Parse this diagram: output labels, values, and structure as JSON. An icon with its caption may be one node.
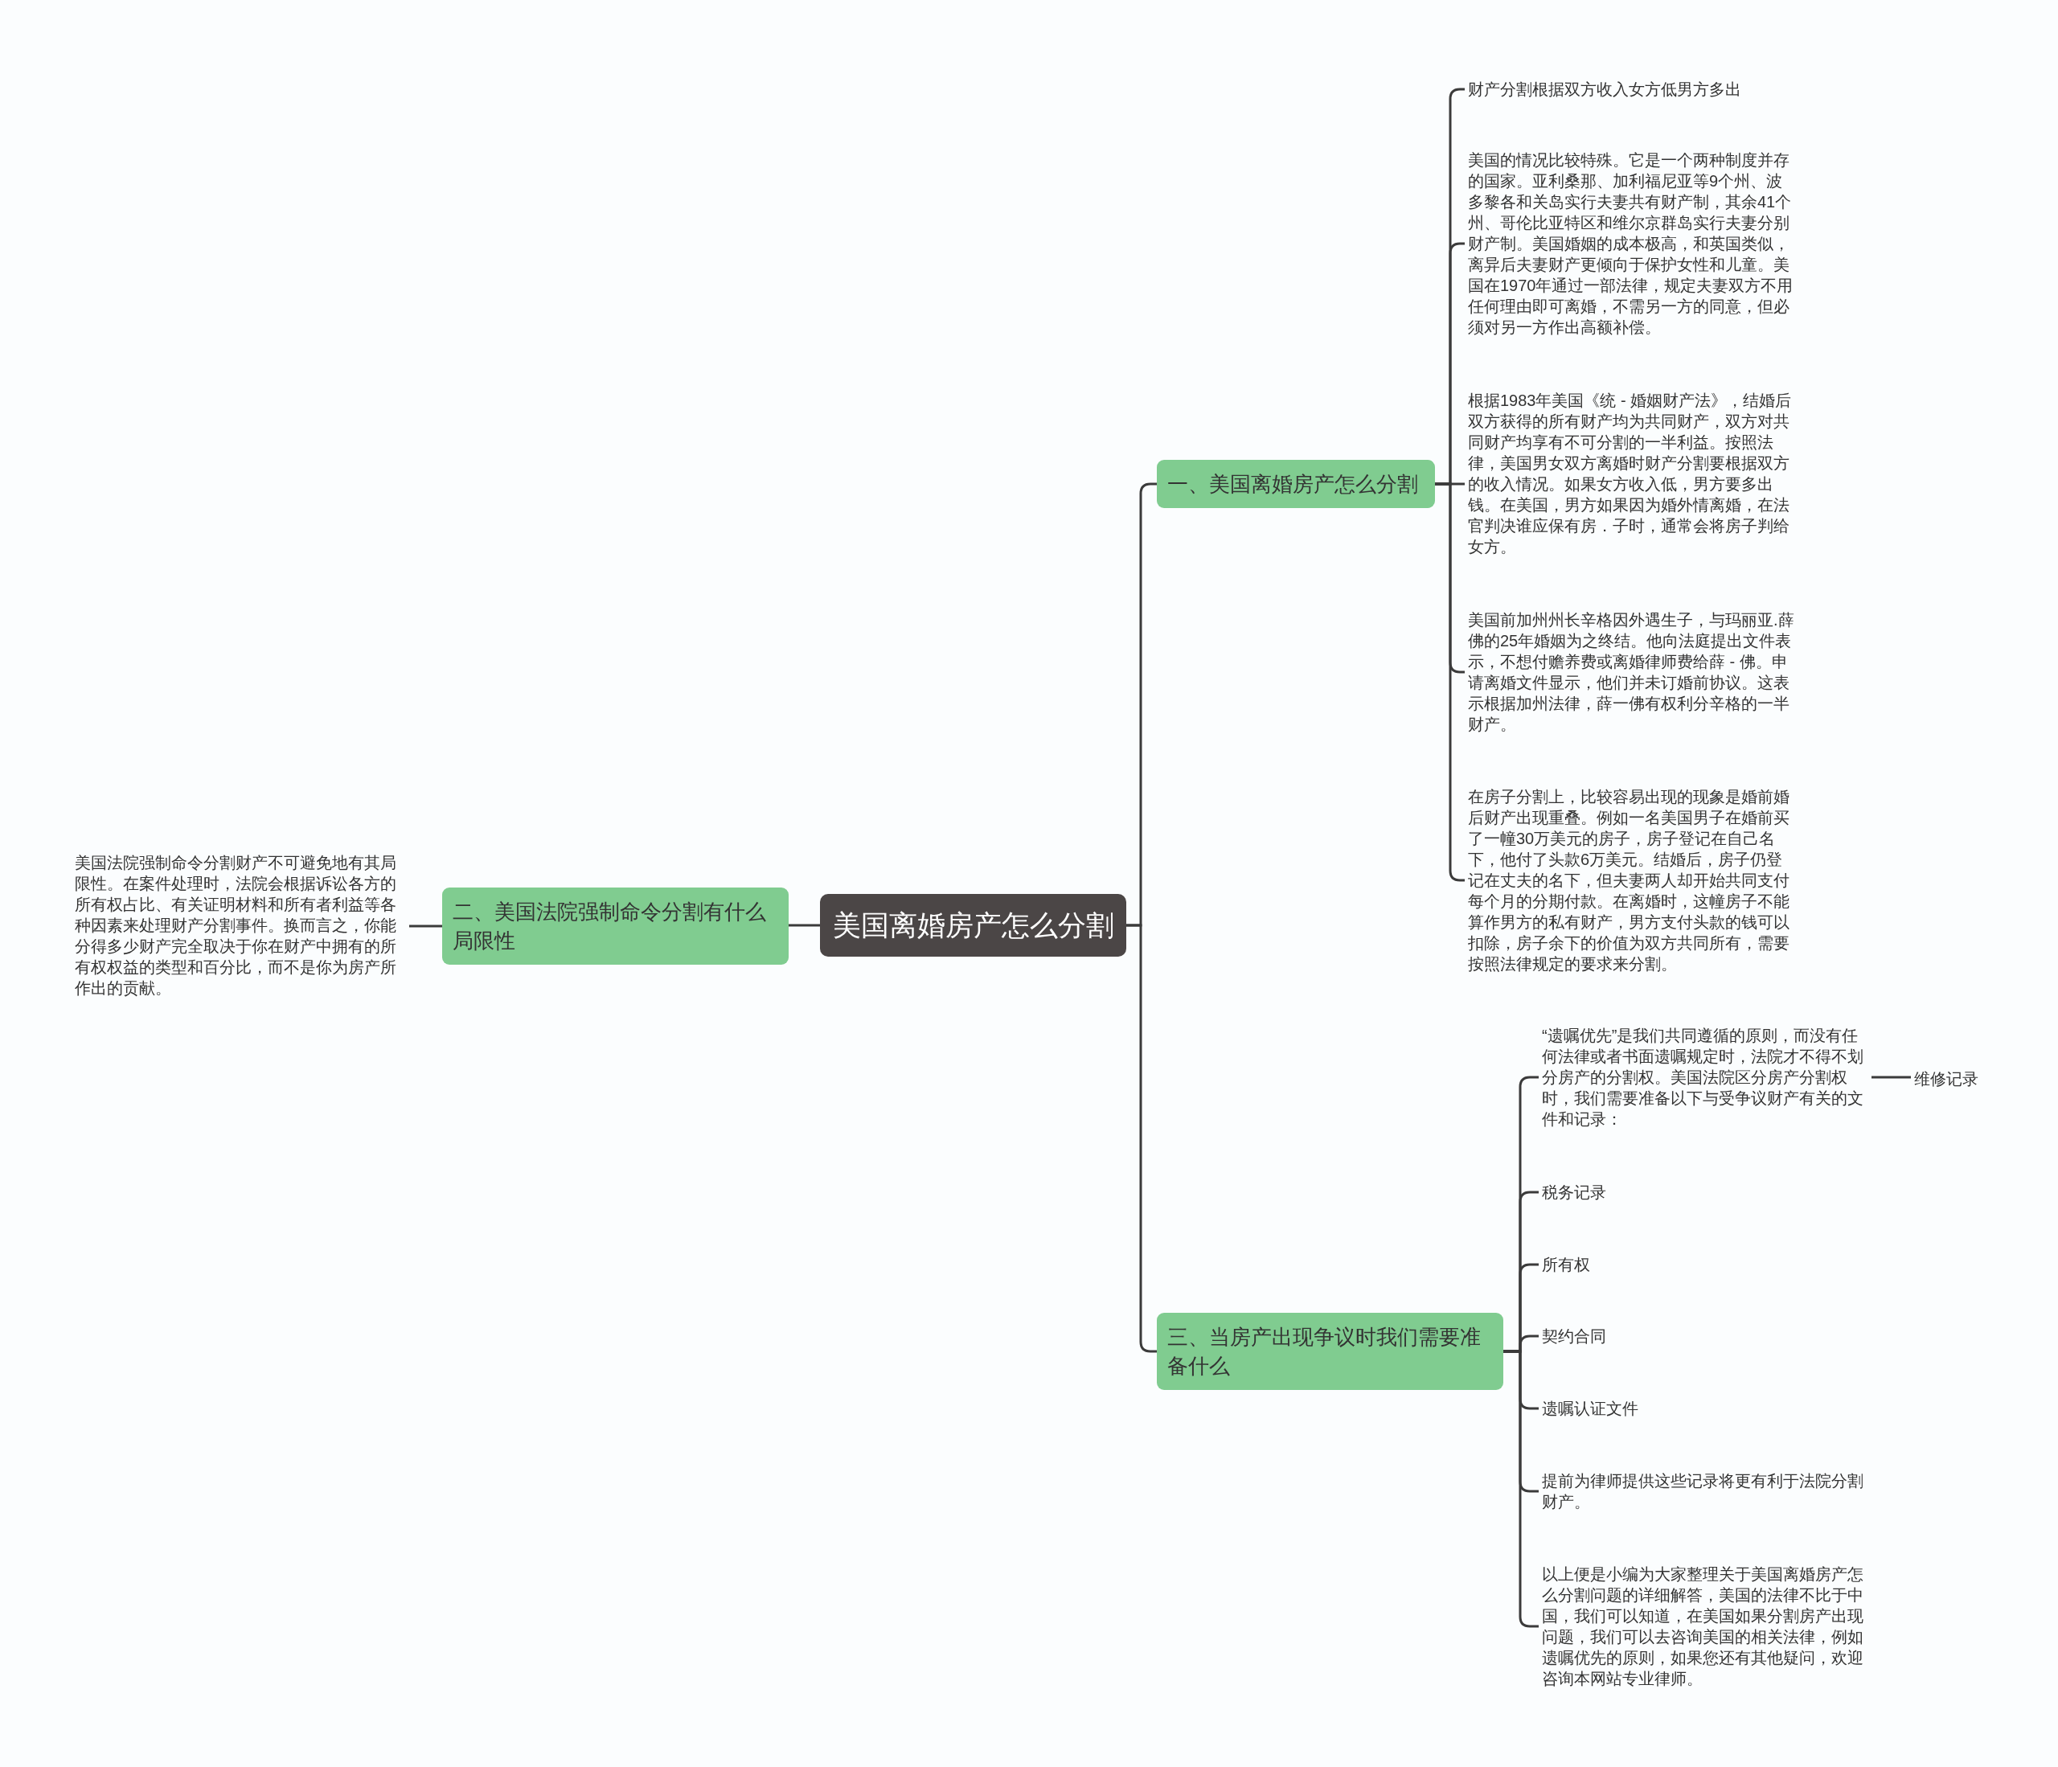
{
  "diagram": {
    "nodes": [
      {
        "text": [
          "美国离婚房产怎么分割"
        ]
      },
      {
        "text": [
          "一、美国离婚房产怎么分割"
        ]
      },
      {
        "text": [
          "财产分割根据双方收入女方低男方多出"
        ]
      },
      {
        "text": [
          "美国的情况比较特殊。它是一个两种制度并存的国家。亚利桑那、加利福尼亚等9个州、波多黎各和关岛实行夫妻共有财产制，其余41个州、哥伦比亚特区和维尔京群岛实行夫妻分别财产制。美国婚姻的成本极高，和英国类似，离异后夫妻财产更倾向于保护女性和儿童。美国在1970年通过一部法律，规定夫妻双方不用任何理由即可离婚，不需另一方的同意，但必须对另一方作出高额补偿。"
        ]
      },
      {
        "text": [
          "根据1983年美国《统 - 婚姻财产法》，结婚后双方获得的所有财产均为共同财产，双方对共同财产均享有不可分割的一半利益。按照法律，美国男女双方离婚时财产分割要根据双方的收入情况。如果女方收入低，男方要多出钱。在美国，男方如果因为婚外情离婚，在法官判决谁应保有房．子时，通常会将房子判给女方。"
        ]
      },
      {
        "text": [
          "美国前加州州长辛格因外遇生子，与玛丽亚.薛佛的25年婚姻为之终结。他向法庭提出文件表示，不想付赡养费或离婚律师费给薛 - 佛。申请离婚文件显示，他们并未订婚前协议。这表示根据加州法律，薛一佛有权利分辛格的一半财产。"
        ]
      },
      {
        "text": [
          "在房子分割上，比较容易出现的现象是婚前婚后财产出现重叠。例如一名美国男子在婚前买了一幢30万美元的房子，房子登记在自己名下，他付了头款6万美元。结婚后，房子仍登记在丈夫的名下，但夫妻两人却开始共同支付每个月的分期付款。在离婚时，这幢房子不能算作男方的私有财产，男方支付头款的钱可以扣除，房子余下的价值为双方共同所有，需要按照法律规定的要求来分割。"
        ]
      },
      {
        "text": [
          "二、美国法院强制命令分割有什么局限性"
        ]
      },
      {
        "text": [
          "美国法院强制命令分割财产不可避免地有其局限性。在案件处理时，法院会根据诉讼各方的所有权占比、有关证明材料和所有者利益等各种因素来处理财产分割事件。换而言之，你能分得多少财产完全取决于你在财产中拥有的所有权权益的类型和百分比，而不是你为房产所作出的贡献。"
        ]
      },
      {
        "text": [
          "三、当房产出现争议时我们需要准备什么"
        ]
      },
      {
        "text": [
          "“遗嘱优先”是我们共同遵循的原则，而没有任何法律或者书面遗嘱规定时，法院才不得不划分房产的分割权。美国法院区分房产分割权时，我们需要准备以下与受争议财产有关的文件和记录："
        ]
      },
      {
        "text": [
          "维修记录"
        ]
      },
      {
        "text": [
          "税务记录"
        ]
      },
      {
        "text": [
          "所有权"
        ]
      },
      {
        "text": [
          "契约合同"
        ]
      },
      {
        "text": [
          "遗嘱认证文件"
        ]
      },
      {
        "text": [
          "提前为律师提供这些记录将更有利于法院分割财产。"
        ]
      },
      {
        "text": [
          "以上便是小编为大家整理关于美国离婚房产怎么分割问题的详细解答，美国的法律不比于中国，我们可以知道，在美国如果分割房产出现问题，我们可以去咨询美国的相关法律，例如遗嘱优先的原则，如果您还有其他疑问，欢迎咨询本网站专业律师。"
        ]
      }
    ],
    "edges": [
      {
        "from": 0,
        "to": 1,
        "arrow": "none"
      },
      {
        "from": 1,
        "to": 2,
        "arrow": "none"
      },
      {
        "from": 1,
        "to": 3,
        "arrow": "none"
      },
      {
        "from": 1,
        "to": 4,
        "arrow": "none"
      },
      {
        "from": 1,
        "to": 5,
        "arrow": "none"
      },
      {
        "from": 1,
        "to": 6,
        "arrow": "none"
      },
      {
        "from": 0,
        "to": 7,
        "arrow": "none"
      },
      {
        "from": 7,
        "to": 8,
        "arrow": "none"
      },
      {
        "from": 0,
        "to": 9,
        "arrow": "none"
      },
      {
        "from": 9,
        "to": 10,
        "arrow": "none"
      },
      {
        "from": 10,
        "to": 11,
        "arrow": "none"
      },
      {
        "from": 9,
        "to": 12,
        "arrow": "none"
      },
      {
        "from": 9,
        "to": 13,
        "arrow": "none"
      },
      {
        "from": 9,
        "to": 14,
        "arrow": "none"
      },
      {
        "from": 9,
        "to": 15,
        "arrow": "none"
      },
      {
        "from": 9,
        "to": 16,
        "arrow": "none"
      },
      {
        "from": 9,
        "to": 17,
        "arrow": "none"
      }
    ]
  }
}
